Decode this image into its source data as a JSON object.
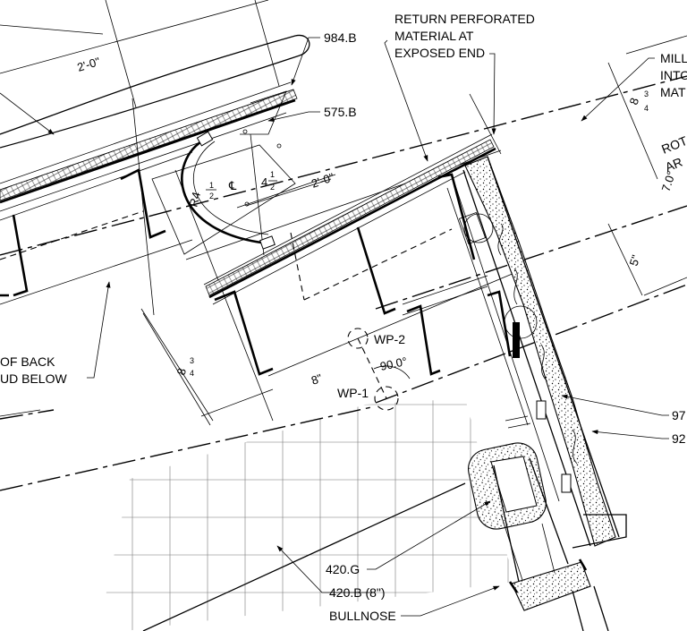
{
  "labels": {
    "return_perforated_1": "RETURN PERFORATED",
    "return_perforated_2": "MATERIAL AT",
    "return_perforated_3": "EXPOSED END",
    "mill_1": "MILL",
    "mill_2": "INTO",
    "mill_3": "MAT",
    "ref_984b": "984.B",
    "ref_575b": "575.B",
    "of_back": "OF BACK",
    "ud_below": "UD BELOW",
    "ref_97": "97",
    "ref_92": "92",
    "ref_420g": "420.G",
    "ref_420b": "420.B (8\")",
    "bullnose": "BULLNOSE",
    "wp1": "WP-1",
    "wp2": "WP-2",
    "rot": "ROT",
    "ar": "AR"
  },
  "dimensions": {
    "two_ft_top": "2'-0\"",
    "two_ft_mid": "2'-0\"",
    "eight_in": "8\"",
    "five_in": "5\"",
    "angle_90": "90.0°",
    "angle_7": "7.0°",
    "radius_r": "R4",
    "radius_frac_num": "1",
    "radius_frac_den": "2",
    "centerline_symbol": "℄",
    "four_half_whole": "4",
    "four_half_num": "1",
    "four_half_den": "2",
    "eight_3q_a_whole": "8",
    "eight_3q_a_num": "3",
    "eight_3q_a_den": "4",
    "eight_3q_b_whole": "8",
    "eight_3q_b_num": "3",
    "eight_3q_b_den": "4"
  }
}
